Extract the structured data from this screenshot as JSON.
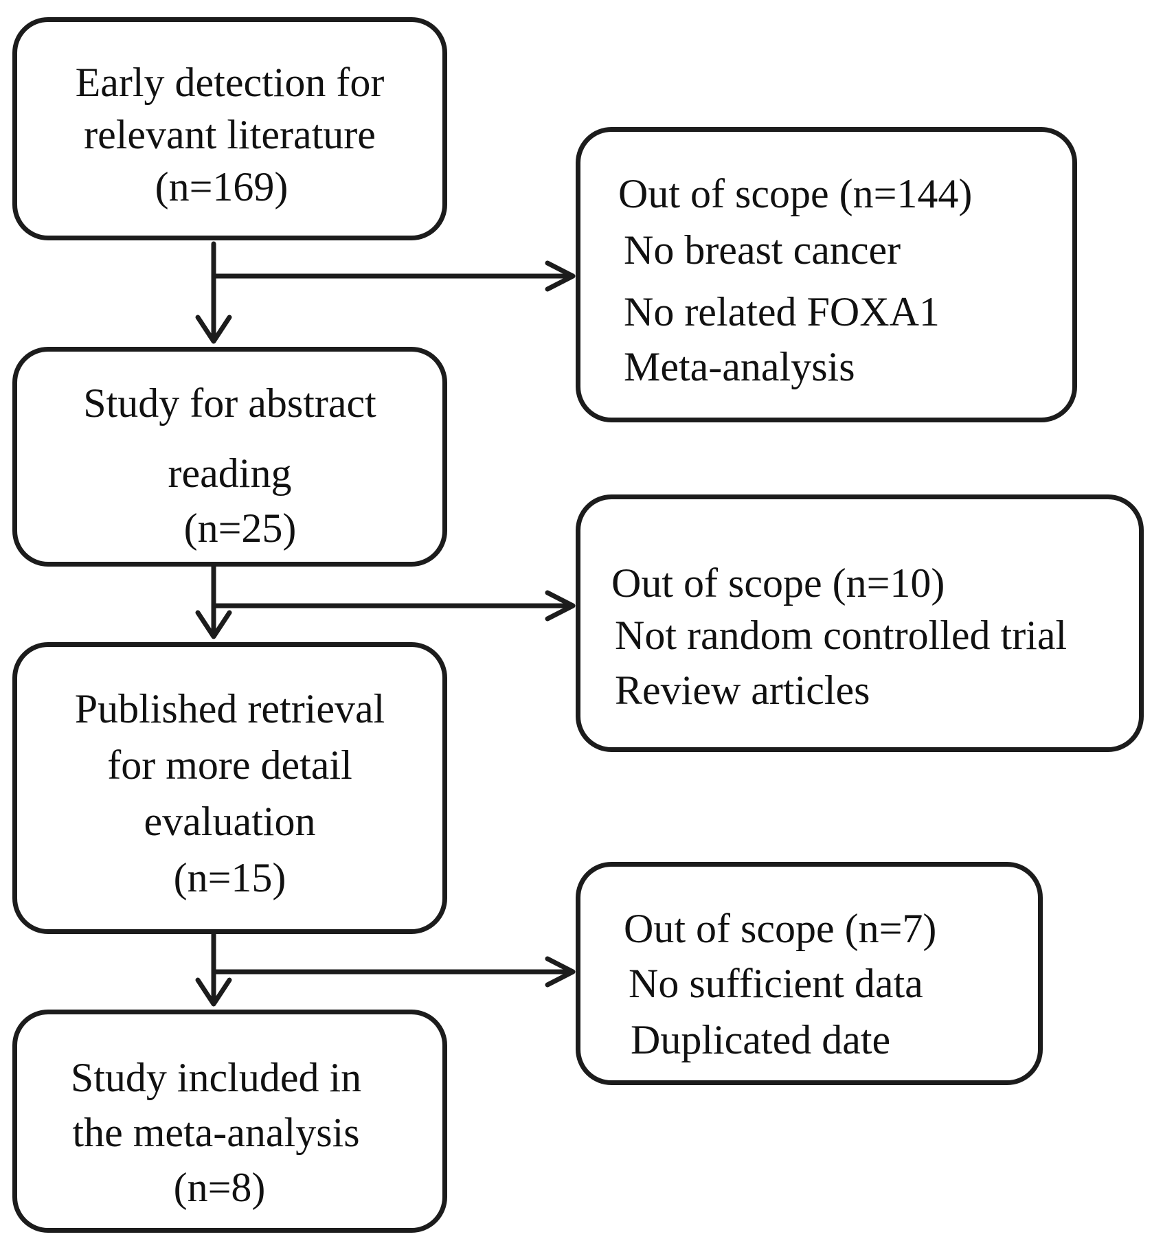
{
  "stages": [
    {
      "lines": [
        "Early detection for",
        "relevant literature",
        "(n=169)"
      ]
    },
    {
      "lines": [
        "Study for abstract",
        "reading",
        "(n=25)"
      ]
    },
    {
      "lines": [
        "Published retrieval",
        "for more detail",
        "evaluation",
        "(n=15)"
      ]
    },
    {
      "lines": [
        "Study included in",
        "the meta-analysis",
        "(n=8)"
      ]
    }
  ],
  "exclusions": [
    {
      "title": "Out of scope (n=144)",
      "reasons": [
        "No breast cancer",
        "No related FOXA1",
        "Meta-analysis"
      ]
    },
    {
      "title": "Out of scope (n=10)",
      "reasons": [
        "Not random controlled trial",
        "Review articles"
      ]
    },
    {
      "title": "Out of scope (n=7)",
      "reasons": [
        "No sufficient data",
        "Duplicated date"
      ]
    }
  ],
  "colors": {
    "stroke": "#1c1c1c",
    "text": "#111111",
    "background": "#ffffff"
  }
}
